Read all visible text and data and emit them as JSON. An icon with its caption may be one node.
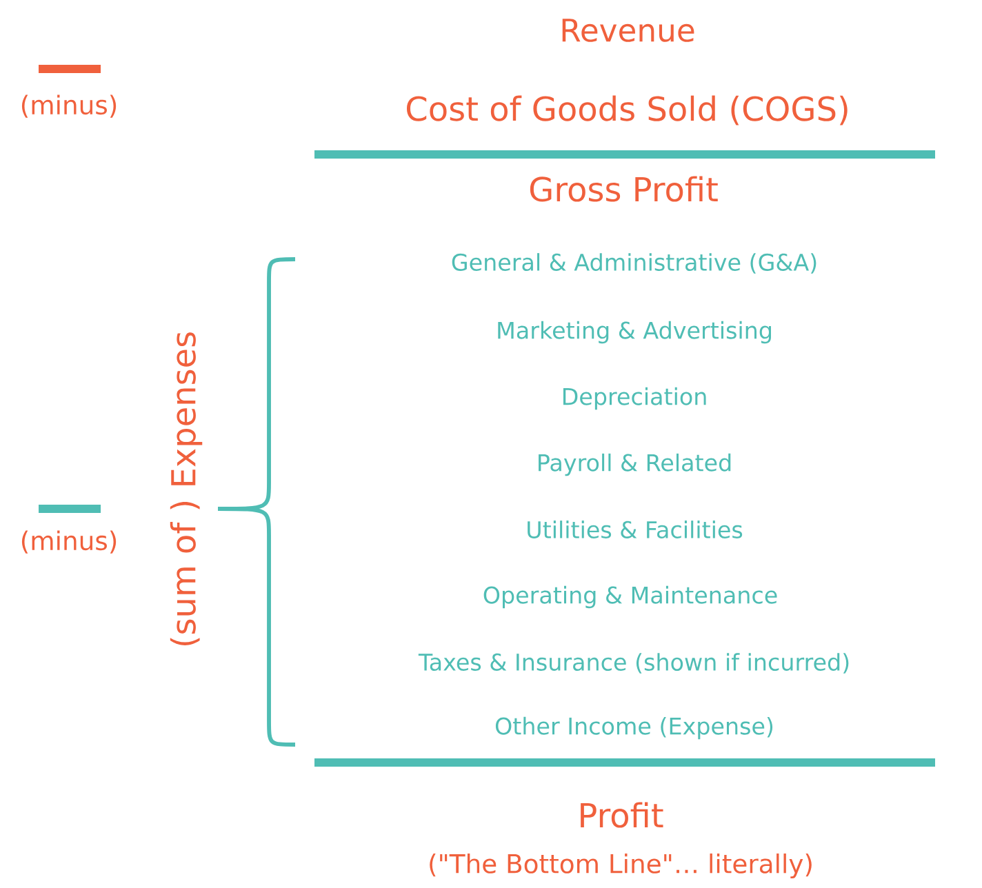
{
  "diagram": {
    "labels": [
      "Revenue",
      "(minus)",
      "Cost of Goods Sold (COGS)",
      "Gross Profit",
      "General & Administrative (G&A)",
      "Marketing & Advertising",
      "Depreciation",
      "Payroll & Related",
      "(sum of ) Expenses",
      "(minus)",
      "Utilities & Facilities",
      "Operating & Maintenance",
      "Taxes & Insurance (shown if incurred)",
      "Other Income (Expense)",
      "Profit",
      "(\"The Bottom Line\"… literally)"
    ]
  }
}
